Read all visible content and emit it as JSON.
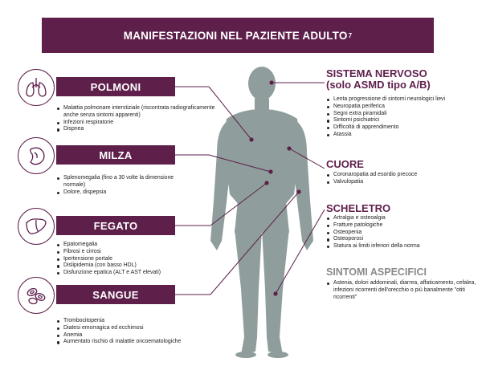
{
  "title": {
    "text": "MANIFESTAZIONI NEL PAZIENTE ADULTO",
    "superscript": "7"
  },
  "colors": {
    "accent": "#5e1f4b",
    "figure": "#8f9e9c",
    "muted": "#8a8a8a"
  },
  "left_sections": [
    {
      "label": "POLMONI",
      "icon": "lungs-icon",
      "items": [
        "Malattia polmonare interstiziale (riscontrata radiograficamente anche senza sintomi apparenti)",
        "Infezioni respiratorie",
        "Dispnea"
      ]
    },
    {
      "label": "MILZA",
      "icon": "spleen-icon",
      "items": [
        "Splenomegalia (fino a 30 volte la dimensione normale)",
        "Dolore, dispepsia"
      ]
    },
    {
      "label": "FEGATO",
      "icon": "liver-icon",
      "items": [
        "Epatomegalia",
        "Fibrosi e cirrosi",
        "Ipertensione portale",
        "Dislipidemia (con basso HDL)",
        "Disfunzione epatica (ALT e AST elevati)"
      ]
    },
    {
      "label": "SANGUE",
      "icon": "blood-cells-icon",
      "items": [
        "Trombocitopenia",
        "Diatesi emorragica ed ecchimosi",
        "Anemia",
        "Aumentato rischio di malattie oncoematologiche"
      ]
    }
  ],
  "right_sections": [
    {
      "label": "SISTEMA NERVOSO",
      "sublabel": "(solo ASMD tipo A/B)",
      "items": [
        "Lenta progressione di sintomi neurologici lievi",
        "Neuropatia periferica",
        "Segni extra piramidali",
        "Sintomi psichiatrici",
        "Difficoltà di apprendimento",
        "Atassia"
      ]
    },
    {
      "label": "CUORE",
      "items": [
        "Coronaropatia ad esordio precoce",
        "Valvulopatia"
      ]
    },
    {
      "label": "SCHELETRO",
      "items": [
        "Artralgia e osteoalgia",
        "Fratture patologiche",
        "Osteopenia",
        "Osteoporosi",
        "Statura ai limiti inferiori della norma"
      ]
    },
    {
      "label": "SINTOMI ASPECIFICI",
      "items": [
        "Astenia, dolori addominali, diarrea, affaticamento, cefalea, infezioni ricorrenti dell'orecchio o più banalmente \"otiti ricorrenti\""
      ]
    }
  ]
}
